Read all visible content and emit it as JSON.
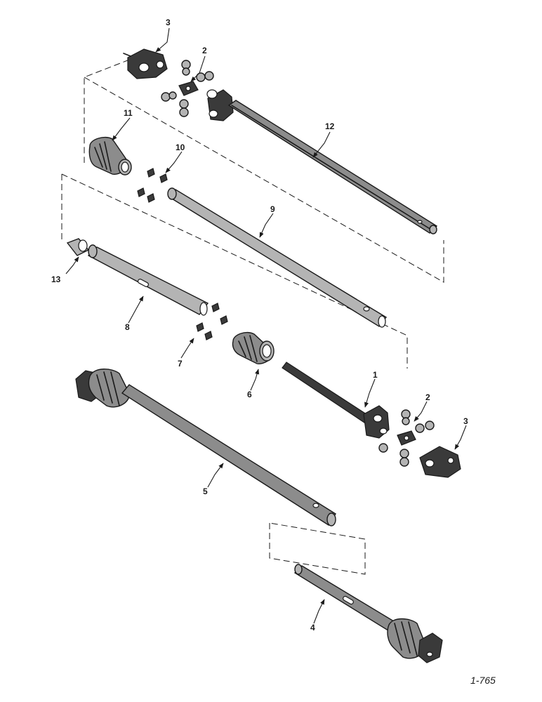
{
  "figure_number": "1-765",
  "callouts": [
    {
      "id": "3a",
      "text": "3"
    },
    {
      "id": "2a",
      "text": "2"
    },
    {
      "id": "11",
      "text": "11"
    },
    {
      "id": "12",
      "text": "12"
    },
    {
      "id": "10",
      "text": "10"
    },
    {
      "id": "9",
      "text": "9"
    },
    {
      "id": "13",
      "text": "13"
    },
    {
      "id": "8",
      "text": "8"
    },
    {
      "id": "7",
      "text": "7"
    },
    {
      "id": "6",
      "text": "6"
    },
    {
      "id": "1",
      "text": "1"
    },
    {
      "id": "2b",
      "text": "2"
    },
    {
      "id": "3b",
      "text": "3"
    },
    {
      "id": "5",
      "text": "5"
    },
    {
      "id": "4",
      "text": "4"
    }
  ]
}
